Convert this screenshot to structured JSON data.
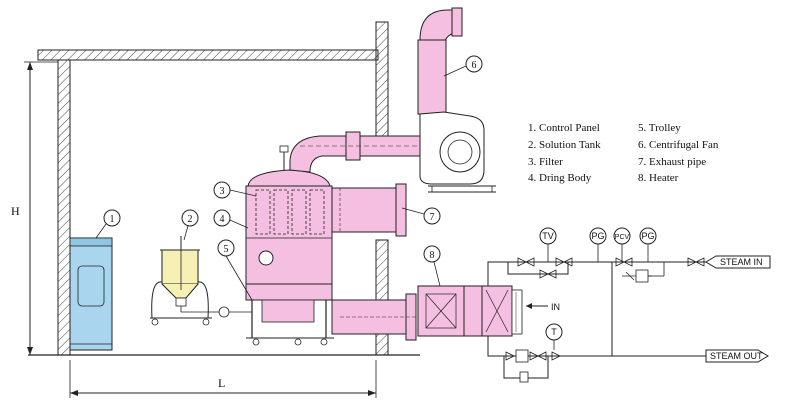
{
  "legend": [
    "1. Control Panel",
    "2. Solution Tank",
    "3. Filter",
    "4. Dring Body",
    "5. Trolley",
    "6. Centrifugal Fan",
    "7. Exhaust pipe",
    "8. Heater"
  ],
  "callouts": [
    "1",
    "2",
    "3",
    "4",
    "5",
    "6",
    "7",
    "8"
  ],
  "dimensions": {
    "height": "H",
    "length": "L"
  },
  "instruments": {
    "tv": "TV",
    "pg1": "PG",
    "pcv": "PCV",
    "pg2": "PG",
    "t": "T"
  },
  "flows": {
    "steam_in": "STEAM IN",
    "steam_out": "STEAM OUT",
    "air_in": "IN"
  },
  "colors": {
    "equipment_pink": "#f4bfe0",
    "panel_blue": "#a9d6ee",
    "tank_yellow": "#f7f0b4",
    "line": "#222222"
  }
}
